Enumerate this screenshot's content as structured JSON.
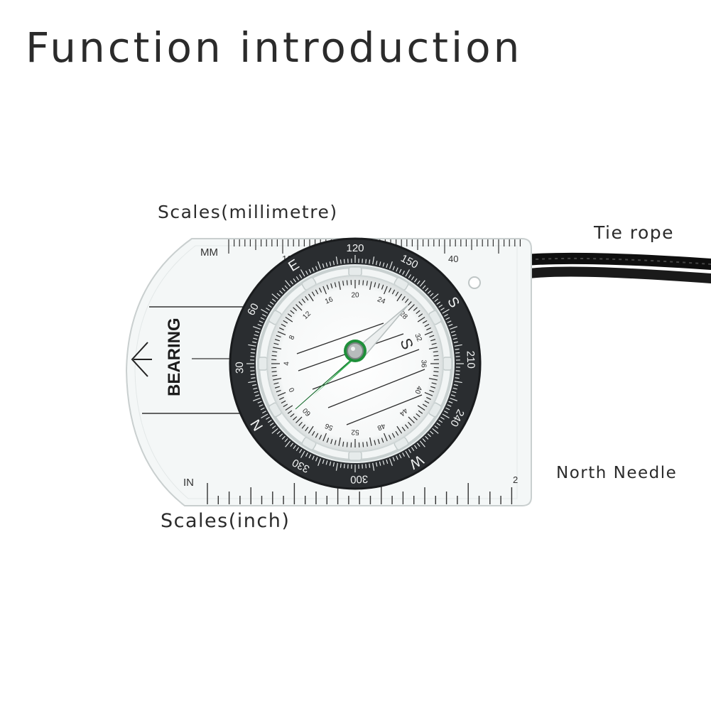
{
  "title": "Function introduction",
  "labels": {
    "mm_scale": "Scales(millimetre)",
    "tie_rope": "Tie rope",
    "north_needle": "North Needle",
    "inch_scale": "Scales(inch)"
  },
  "compass": {
    "plate_marks": {
      "mm": "MM",
      "in": "IN",
      "bearing": "BEARING"
    },
    "mm_scale_numbers": [
      "10",
      "40"
    ],
    "inch_scale_numbers": [
      "2"
    ],
    "bezel_numbers": [
      "120",
      "150",
      "210",
      "240",
      "300",
      "330",
      "30",
      "60"
    ],
    "bezel_letters": [
      "E",
      "S",
      "W",
      "N"
    ],
    "dial_numbers": [
      "12",
      "16",
      "20",
      "24",
      "28",
      "32",
      "36",
      "40",
      "44",
      "48",
      "52",
      "56",
      "60",
      "0",
      "4",
      "8"
    ],
    "dial_letter": "S",
    "colors": {
      "needle": "#1f8f3a",
      "bezel": "#2a2d30",
      "rope": "#111111"
    }
  }
}
